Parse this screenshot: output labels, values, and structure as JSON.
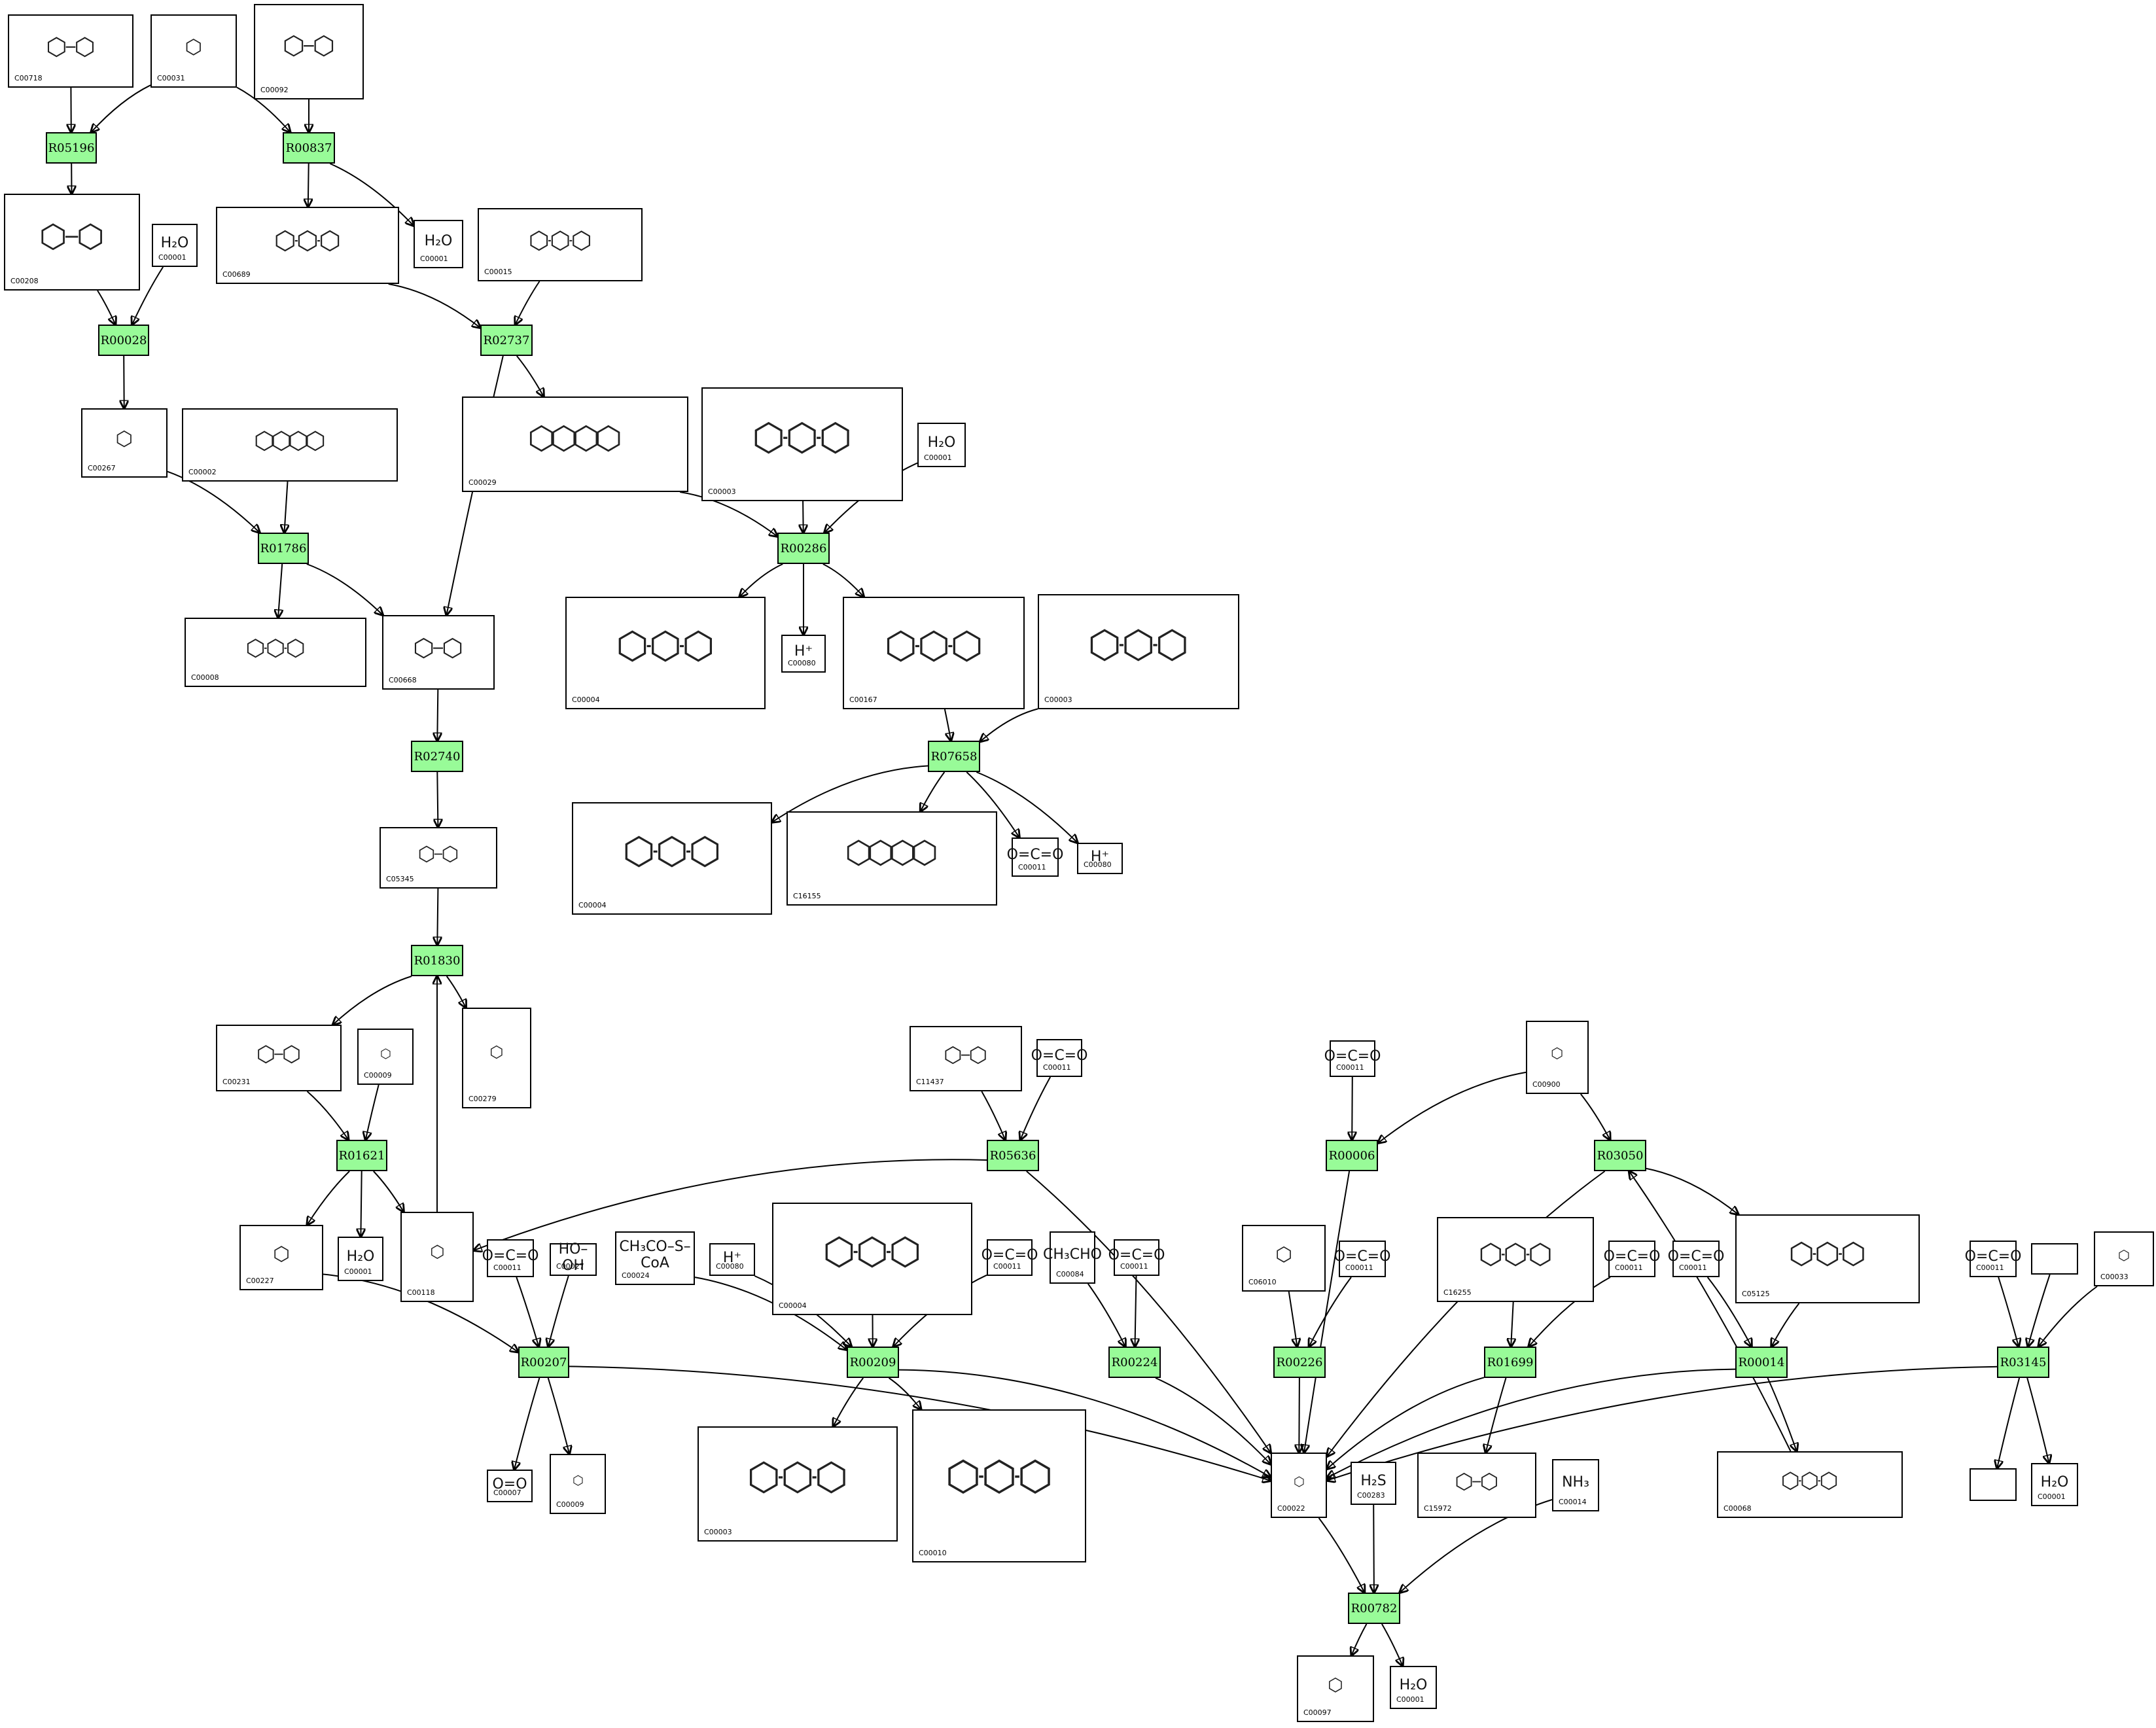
{
  "compounds": {
    "C00718": {
      "id": "C00718",
      "glyph": ""
    },
    "C00031": {
      "id": "C00031",
      "glyph": ""
    },
    "C00092": {
      "id": "C00092",
      "glyph": ""
    },
    "C00208": {
      "id": "C00208",
      "glyph": ""
    },
    "C00001a": {
      "id": "C00001",
      "glyph": "H₂O"
    },
    "C00689": {
      "id": "C00689",
      "glyph": ""
    },
    "C00001b": {
      "id": "C00001",
      "glyph": "H₂O"
    },
    "C00015": {
      "id": "C00015",
      "glyph": ""
    },
    "C00267": {
      "id": "C00267",
      "glyph": ""
    },
    "C00002": {
      "id": "C00002",
      "glyph": ""
    },
    "C00029": {
      "id": "C00029",
      "glyph": ""
    },
    "C00003a": {
      "id": "C00003",
      "glyph": ""
    },
    "C00001c": {
      "id": "C00001",
      "glyph": "H₂O"
    },
    "C00008": {
      "id": "C00008",
      "glyph": ""
    },
    "C00668": {
      "id": "C00668",
      "glyph": ""
    },
    "C00004a": {
      "id": "C00004",
      "glyph": ""
    },
    "C00080a": {
      "id": "C00080",
      "glyph": "H⁺"
    },
    "C00167": {
      "id": "C00167",
      "glyph": ""
    },
    "C00003b": {
      "id": "C00003",
      "glyph": ""
    },
    "C05345": {
      "id": "C05345",
      "glyph": ""
    },
    "C00004b": {
      "id": "C00004",
      "glyph": ""
    },
    "C16155": {
      "id": "C16155",
      "glyph": ""
    },
    "C00011a": {
      "id": "C00011",
      "glyph": "O=C=O"
    },
    "C00080b": {
      "id": "C00080",
      "glyph": "H⁺"
    },
    "C00231": {
      "id": "C00231",
      "glyph": ""
    },
    "C00009a": {
      "id": "C00009",
      "glyph": ""
    },
    "C00279": {
      "id": "C00279",
      "glyph": ""
    },
    "C11437": {
      "id": "C11437",
      "glyph": ""
    },
    "C00011b": {
      "id": "C00011",
      "glyph": "O=C=O"
    },
    "C00011c": {
      "id": "C00011",
      "glyph": "O=C=O"
    },
    "C00900": {
      "id": "C00900",
      "glyph": ""
    },
    "C00227": {
      "id": "C00227",
      "glyph": ""
    },
    "C00001d": {
      "id": "C00001",
      "glyph": "H₂O"
    },
    "C00118": {
      "id": "C00118",
      "glyph": ""
    },
    "C00011d": {
      "id": "C00011",
      "glyph": "O=C=O"
    },
    "C00027": {
      "id": "C00027",
      "glyph": "HO–OH"
    },
    "C00024": {
      "id": "C00024",
      "glyph": "CH₃CO–S–CoA"
    },
    "C00080c": {
      "id": "C00080",
      "glyph": "H⁺"
    },
    "C00004c": {
      "id": "C00004",
      "glyph": ""
    },
    "C00011e": {
      "id": "C00011",
      "glyph": "O=C=O"
    },
    "C00084": {
      "id": "C00084",
      "glyph": "CH₃CHO"
    },
    "C00011f": {
      "id": "C00011",
      "glyph": "O=C=O"
    },
    "C06010": {
      "id": "C06010",
      "glyph": ""
    },
    "C00011g": {
      "id": "C00011",
      "glyph": "O=C=O"
    },
    "C16255": {
      "id": "C16255",
      "glyph": ""
    },
    "C00011h": {
      "id": "C00011",
      "glyph": "O=C=O"
    },
    "C00011i": {
      "id": "C00011",
      "glyph": "O=C=O"
    },
    "C05125": {
      "id": "C05125",
      "glyph": ""
    },
    "C00011j": {
      "id": "C00011",
      "glyph": "O=C=O"
    },
    "Cblank1": {
      "id": "",
      "glyph": ""
    },
    "C00033": {
      "id": "C00033",
      "glyph": ""
    },
    "C00007": {
      "id": "C00007",
      "glyph": "O=O"
    },
    "C00009b": {
      "id": "C00009",
      "glyph": ""
    },
    "C00003c": {
      "id": "C00003",
      "glyph": ""
    },
    "C00010": {
      "id": "C00010",
      "glyph": ""
    },
    "C00022": {
      "id": "C00022",
      "glyph": ""
    },
    "C00283": {
      "id": "C00283",
      "glyph": "H₂S"
    },
    "C15972": {
      "id": "C15972",
      "glyph": ""
    },
    "C00014": {
      "id": "C00014",
      "glyph": "NH₃"
    },
    "C00068": {
      "id": "C00068",
      "glyph": ""
    },
    "Cblank2": {
      "id": "",
      "glyph": ""
    },
    "C00001e": {
      "id": "C00001",
      "glyph": "H₂O"
    },
    "C00097": {
      "id": "C00097",
      "glyph": ""
    },
    "C00001f": {
      "id": "C00001",
      "glyph": "H₂O"
    }
  },
  "reactions": {
    "R05196": {
      "label": "R05196"
    },
    "R00837": {
      "label": "R00837"
    },
    "R00028": {
      "label": "R00028"
    },
    "R02737": {
      "label": "R02737"
    },
    "R01786": {
      "label": "R01786"
    },
    "R00286": {
      "label": "R00286"
    },
    "R02740": {
      "label": "R02740"
    },
    "R07658": {
      "label": "R07658"
    },
    "R01830": {
      "label": "R01830"
    },
    "R01621": {
      "label": "R01621"
    },
    "R05636": {
      "label": "R05636"
    },
    "R00006": {
      "label": "R00006"
    },
    "R03050": {
      "label": "R03050"
    },
    "R00207": {
      "label": "R00207"
    },
    "R00209": {
      "label": "R00209"
    },
    "R00224": {
      "label": "R00224"
    },
    "R00226": {
      "label": "R00226"
    },
    "R01699": {
      "label": "R01699"
    },
    "R00014": {
      "label": "R00014"
    },
    "R03145": {
      "label": "R03145"
    },
    "R00782": {
      "label": "R00782"
    }
  },
  "edges": [
    [
      "C00718",
      "R05196"
    ],
    [
      "C00031",
      "R05196"
    ],
    [
      "C00031",
      "R00837"
    ],
    [
      "C00092",
      "R00837"
    ],
    [
      "R05196",
      "C00208"
    ],
    [
      "R00837",
      "C00689"
    ],
    [
      "R00837",
      "C00001b"
    ],
    [
      "C00208",
      "R00028"
    ],
    [
      "C00001a",
      "R00028"
    ],
    [
      "R00028",
      "C00267"
    ],
    [
      "C00689",
      "R02737"
    ],
    [
      "C00015",
      "R02737"
    ],
    [
      "R02737",
      "C00029"
    ],
    [
      "R02737",
      "C00668"
    ],
    [
      "C00267",
      "R01786"
    ],
    [
      "C00002",
      "R01786"
    ],
    [
      "R01786",
      "C00008"
    ],
    [
      "R01786",
      "C00668"
    ],
    [
      "C00029",
      "R00286"
    ],
    [
      "C00003a",
      "R00286"
    ],
    [
      "C00001c",
      "R00286"
    ],
    [
      "R00286",
      "C00004a"
    ],
    [
      "R00286",
      "C00080a"
    ],
    [
      "R00286",
      "C00167"
    ],
    [
      "C00167",
      "R07658"
    ],
    [
      "C00003b",
      "R07658"
    ],
    [
      "R07658",
      "C00004b"
    ],
    [
      "R07658",
      "C16155"
    ],
    [
      "R07658",
      "C00011a"
    ],
    [
      "R07658",
      "C00080b"
    ],
    [
      "C00668",
      "R02740"
    ],
    [
      "R02740",
      "C05345"
    ],
    [
      "C05345",
      "R01830"
    ],
    [
      "R01830",
      "C00231"
    ],
    [
      "R01830",
      "C00279"
    ],
    [
      "C00231",
      "R01621"
    ],
    [
      "C00009a",
      "R01621"
    ],
    [
      "R01621",
      "C00227"
    ],
    [
      "R01621",
      "C00001d"
    ],
    [
      "R01621",
      "C00118"
    ],
    [
      "C00118",
      "R01830"
    ],
    [
      "C11437",
      "R05636"
    ],
    [
      "C00011b",
      "R05636"
    ],
    [
      "R05636",
      "C00118"
    ],
    [
      "R05636",
      "C00022"
    ],
    [
      "C00011c",
      "R00006"
    ],
    [
      "C00900",
      "R00006"
    ],
    [
      "C00900",
      "R03050"
    ],
    [
      "R00006",
      "C00022"
    ],
    [
      "R03050",
      "C00022"
    ],
    [
      "R03050",
      "C05125"
    ],
    [
      "C00068",
      "R03050"
    ],
    [
      "C00227",
      "R00207"
    ],
    [
      "C00011d",
      "R00207"
    ],
    [
      "C00027",
      "R00207"
    ],
    [
      "R00207",
      "C00007"
    ],
    [
      "R00207",
      "C00009b"
    ],
    [
      "R00207",
      "C00022"
    ],
    [
      "C00024",
      "R00209"
    ],
    [
      "C00080c",
      "R00209"
    ],
    [
      "C00004c",
      "R00209"
    ],
    [
      "C00011e",
      "R00209"
    ],
    [
      "R00209",
      "C00003c"
    ],
    [
      "R00209",
      "C00010"
    ],
    [
      "R00209",
      "C00022"
    ],
    [
      "C00084",
      "R00224"
    ],
    [
      "C00011f",
      "R00224"
    ],
    [
      "R00224",
      "C00022"
    ],
    [
      "C06010",
      "R00226"
    ],
    [
      "C00011g",
      "R00226"
    ],
    [
      "R00226",
      "C00022"
    ],
    [
      "C16255",
      "R01699"
    ],
    [
      "C00011h",
      "R01699"
    ],
    [
      "R01699",
      "C15972"
    ],
    [
      "R01699",
      "C00022"
    ],
    [
      "C00011i",
      "R00014"
    ],
    [
      "C05125",
      "R00014"
    ],
    [
      "R00014",
      "C00068"
    ],
    [
      "R00014",
      "C00022"
    ],
    [
      "C00011j",
      "R03145"
    ],
    [
      "Cblank1",
      "R03145"
    ],
    [
      "C00033",
      "R03145"
    ],
    [
      "R03145",
      "Cblank2"
    ],
    [
      "R03145",
      "C00001e"
    ],
    [
      "R03145",
      "C00022"
    ],
    [
      "C00022",
      "R00782"
    ],
    [
      "C00283",
      "R00782"
    ],
    [
      "C00014",
      "R00782"
    ],
    [
      "R00782",
      "C00097"
    ],
    [
      "R00782",
      "C00001f"
    ]
  ]
}
